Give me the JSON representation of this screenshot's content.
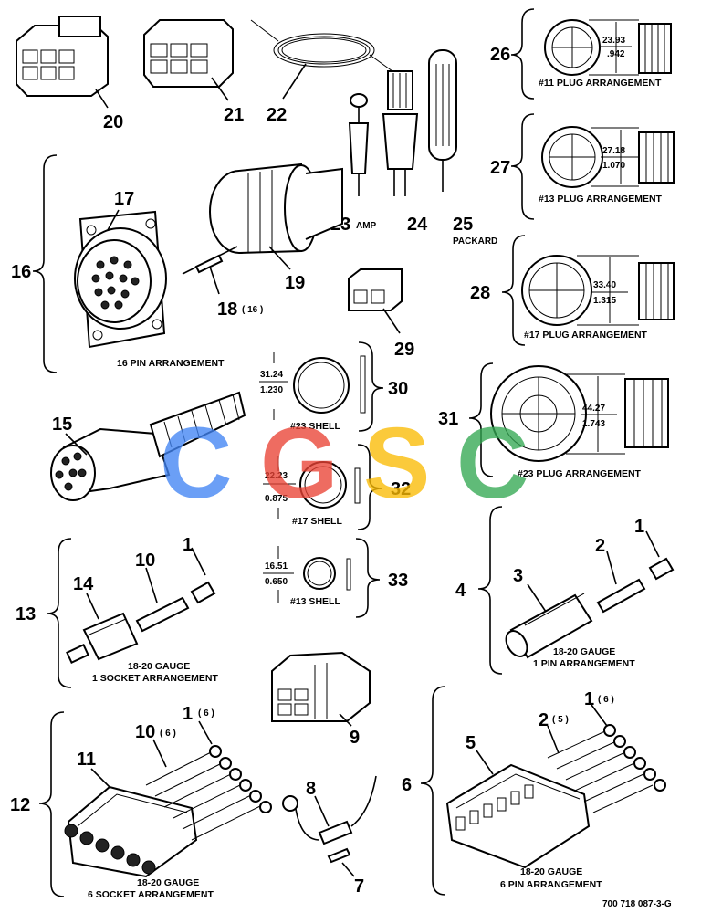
{
  "callouts": {
    "c20": "20",
    "c21": "21",
    "c22": "22",
    "c26": "26",
    "c27": "27",
    "c16": "16",
    "c17": "17",
    "c23": "23",
    "c24": "24",
    "c25": "25",
    "c19": "19",
    "c18": "18",
    "c28": "28",
    "c29": "29",
    "c30": "30",
    "c15": "15",
    "c31": "31",
    "c32": "32",
    "c13": "13",
    "c14": "14",
    "c10": "10",
    "c1a": "1",
    "c33": "33",
    "c4": "4",
    "c3": "3",
    "c2": "2",
    "c1b": "1",
    "c9": "9",
    "c12": "12",
    "c11": "11",
    "c10b": "10",
    "c1c": "1",
    "c8": "8",
    "c7": "7",
    "c6": "6",
    "c5": "5",
    "c2b": "2",
    "c1d": "1"
  },
  "qty": {
    "q18": "( 16 )",
    "q10b": "( 6 )",
    "q1c": "( 6 )",
    "q2b": "( 5 )",
    "q1d": "( 6 )"
  },
  "labels": {
    "amp": "AMP",
    "packard": "PACKARD",
    "plug11": "#11 PLUG ARRANGEMENT",
    "plug13": "#13 PLUG ARRANGEMENT",
    "plug17": "#17 PLUG ARRANGEMENT",
    "plug23": "#23 PLUG ARRANGEMENT",
    "pin16": "16 PIN ARRANGEMENT",
    "shell23": "#23 SHELL",
    "shell17": "#17 SHELL",
    "shell13": "#13 SHELL",
    "g13a": "18-20 GAUGE",
    "g13b": "1 SOCKET ARRANGEMENT",
    "g4a": "18-20 GAUGE",
    "g4b": "1 PIN ARRANGEMENT",
    "g12a": "18-20 GAUGE",
    "g12b": "6 SOCKET ARRANGEMENT",
    "g6a": "18-20 GAUGE",
    "g6b": "6 PIN ARRANGEMENT",
    "docnum": "700 718 087-3-G"
  },
  "dims": {
    "d26a": "23.93",
    "d26b": ".942",
    "d27a": "27.18",
    "d27b": "1.070",
    "d28a": "33.40",
    "d28b": "1.315",
    "d31a": "44.27",
    "d31b": "1.743",
    "d30a": "31.24",
    "d30b": "1.230",
    "d32a": "22.23",
    "d32b": "0.875",
    "d33a": "16.51",
    "d33b": "0.650"
  },
  "watermark": {
    "letters": [
      "C",
      "G",
      "S",
      "C"
    ],
    "colors": [
      "#4285F4",
      "#EA4335",
      "#FBBC05",
      "#34A853"
    ]
  }
}
